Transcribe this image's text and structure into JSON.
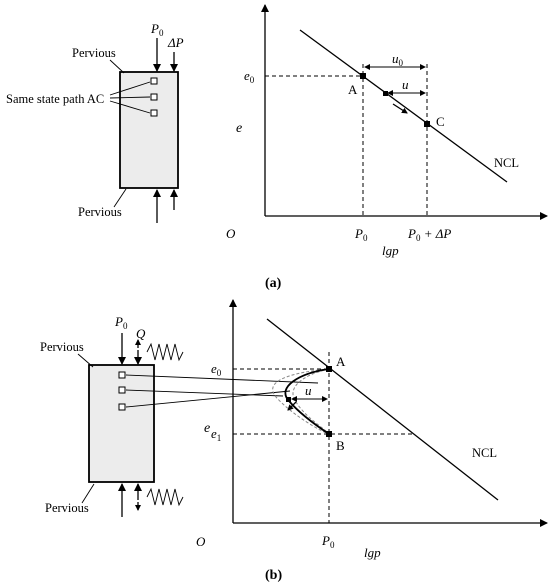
{
  "panel_a": {
    "caption": "(a)",
    "pervious_top": "Pervious",
    "pervious_bottom": "Pervious",
    "same_state": "Same state path AC",
    "p0_load": "P",
    "p0_load_sub": "0",
    "delta_p": "ΔP",
    "axis_y": "e",
    "axis_x": "lgp",
    "origin": "O",
    "e0": "e",
    "e0_sub": "0",
    "tick_p0": "P",
    "tick_p0_sub": "0",
    "tick_p0dp": "P",
    "tick_p0dp_sub": "0",
    "tick_p0dp_rest": " + ΔP",
    "u0": "u",
    "u0_sub": "0",
    "u": "u",
    "point_a": "A",
    "point_c": "C",
    "ncl": "NCL"
  },
  "panel_b": {
    "caption": "(b)",
    "pervious_top": "Pervious",
    "pervious_bottom": "Pervious",
    "p0_load": "P",
    "p0_load_sub": "0",
    "q_load": "Q",
    "axis_y": "e",
    "axis_x": "lgp",
    "origin": "O",
    "e0": "e",
    "e0_sub": "0",
    "e1": "e",
    "e1_sub": "1",
    "tick_p0": "P",
    "tick_p0_sub": "0",
    "u": "u",
    "point_a": "A",
    "point_b": "B",
    "ncl": "NCL"
  }
}
